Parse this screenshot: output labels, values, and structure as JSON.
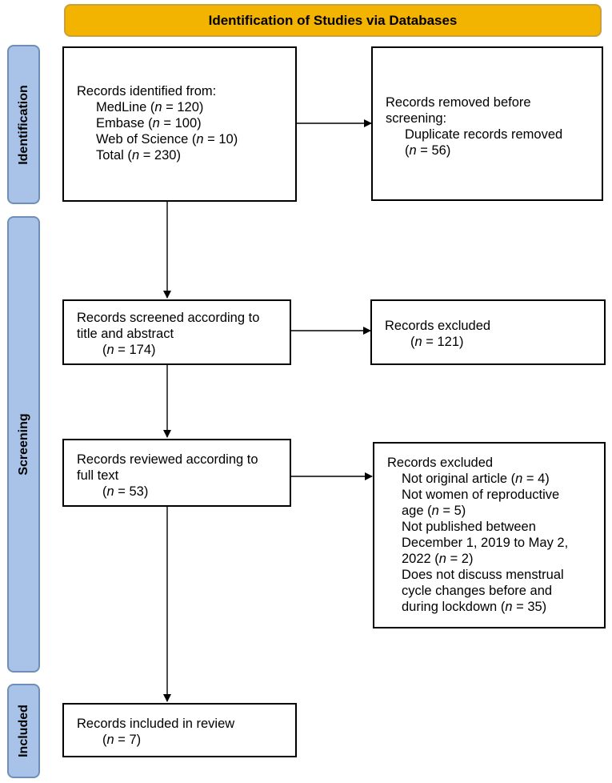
{
  "header": {
    "title": "Identification of Studies via Databases"
  },
  "phases": {
    "identification": "Identification",
    "screening": "Screening",
    "included": "Included"
  },
  "identified": {
    "title": "Records identified from:",
    "medline": {
      "label": "MedLine (",
      "n": "n",
      "value": " = 120)"
    },
    "embase": {
      "label": "Embase (",
      "n": "n",
      "value": " = 100)"
    },
    "wos": {
      "label": "Web of Science (",
      "n": "n",
      "value": " = 10)"
    },
    "total": {
      "label": "Total (",
      "n": "n",
      "value": " = 230)"
    }
  },
  "removed": {
    "title_line1": "Records removed before",
    "title_line2": "screening:",
    "duplicates": "Duplicate records removed",
    "count": {
      "open": "(",
      "n": "n",
      "value": " = 56)"
    }
  },
  "screened": {
    "line1": "Records screened according to",
    "line2": "title and abstract",
    "count": {
      "open": "(",
      "n": "n",
      "value": " = 174)"
    }
  },
  "excluded1": {
    "title": "Records excluded",
    "count": {
      "open": "(",
      "n": "n",
      "value": " = 121)"
    }
  },
  "reviewed": {
    "line1": "Records reviewed according to",
    "line2": "full text",
    "count": {
      "open": "(",
      "n": "n",
      "value": " = 53)"
    }
  },
  "excluded2": {
    "title": "Records excluded",
    "r1": {
      "text": "Not original article (",
      "n": "n",
      "value": " = 4)"
    },
    "r2a": "Not women of reproductive",
    "r2b": {
      "text": "age (",
      "n": "n",
      "value": " = 5)"
    },
    "r3a": "Not published between",
    "r3b": "December 1, 2019 to May 2,",
    "r3c": {
      "text": "2022 (",
      "n": "n",
      "value": " = 2)"
    },
    "r4a": "Does not discuss menstrual",
    "r4b": "cycle changes before and",
    "r4c": {
      "text": "during lockdown (",
      "n": "n",
      "value": " = 35)"
    }
  },
  "included": {
    "title": "Records included in review",
    "count": {
      "open": "(",
      "n": "n",
      "value": " = 7)"
    }
  },
  "colors": {
    "header": "#f2b400",
    "phase": "#a8c3e7",
    "phase_border": "#6f8fb8",
    "box_border": "#000000"
  }
}
